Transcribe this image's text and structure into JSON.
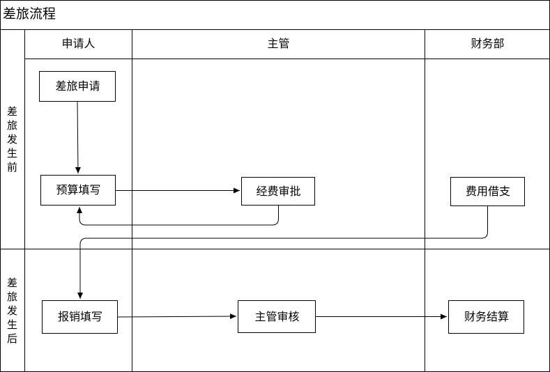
{
  "diagram": {
    "title": "差旅流程",
    "lanes": {
      "applicant": "申请人",
      "supervisor": "主管",
      "finance": "财务部"
    },
    "phases": {
      "before": "差旅发生前",
      "after": "差旅发生后"
    },
    "nodes": {
      "travel_request": "差旅申请",
      "budget_fill": "预算填写",
      "expense_approval": "经费审批",
      "expense_advance": "费用借支",
      "reimbursement_fill": "报销填写",
      "supervisor_review": "主管审核",
      "finance_settlement": "财务结算"
    }
  }
}
